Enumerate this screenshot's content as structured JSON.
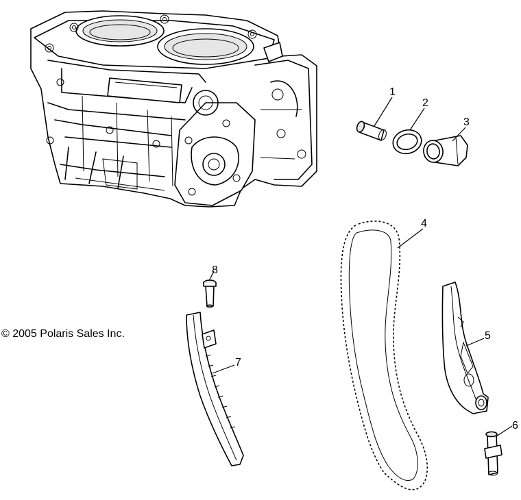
{
  "copyright": "© 2005 Polaris Sales Inc.",
  "callouts": [
    {
      "id": "1",
      "label": "1"
    },
    {
      "id": "2",
      "label": "2"
    },
    {
      "id": "3",
      "label": "3"
    },
    {
      "id": "4",
      "label": "4"
    },
    {
      "id": "5",
      "label": "5"
    },
    {
      "id": "6",
      "label": "6"
    },
    {
      "id": "7",
      "label": "7"
    },
    {
      "id": "8",
      "label": "8"
    }
  ],
  "colors": {
    "line": "#000000",
    "background": "#ffffff"
  }
}
